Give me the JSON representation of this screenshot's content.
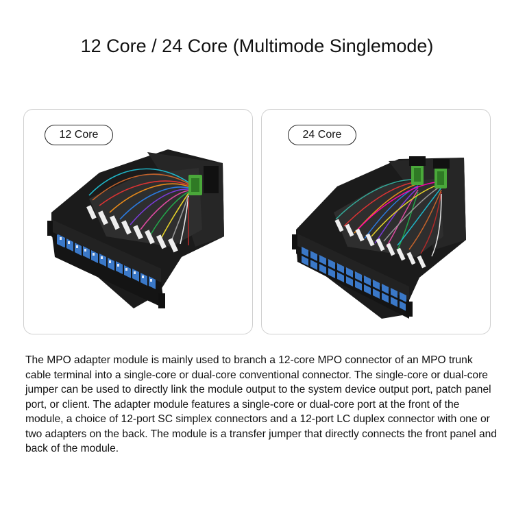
{
  "page": {
    "title": "12 Core / 24 Core (Multimode Singlemode)"
  },
  "cards": [
    {
      "label": "12 Core"
    },
    {
      "label": "24 Core"
    }
  ],
  "description": "The MPO adapter module is mainly used to branch a 12-core MPO connector of an MPO trunk cable terminal into a single-core or dual-core conventional connector. The single-core or dual-core jumper can be used to directly link the module output to the system device output port, patch panel port, or client. The adapter module features a single-core or dual-core port at the front of the module, a choice of 12-port SC simplex connectors and a 12-port LC duplex connector with one or two adapters on the back. The module is a transfer jumper that directly connects the front panel and back of the module.",
  "colors": {
    "module_body": "#1a1a1a",
    "adapter_blue": "#3a78c8",
    "mpo_green": "#4aa83a",
    "card_border": "#cfcfcf"
  }
}
